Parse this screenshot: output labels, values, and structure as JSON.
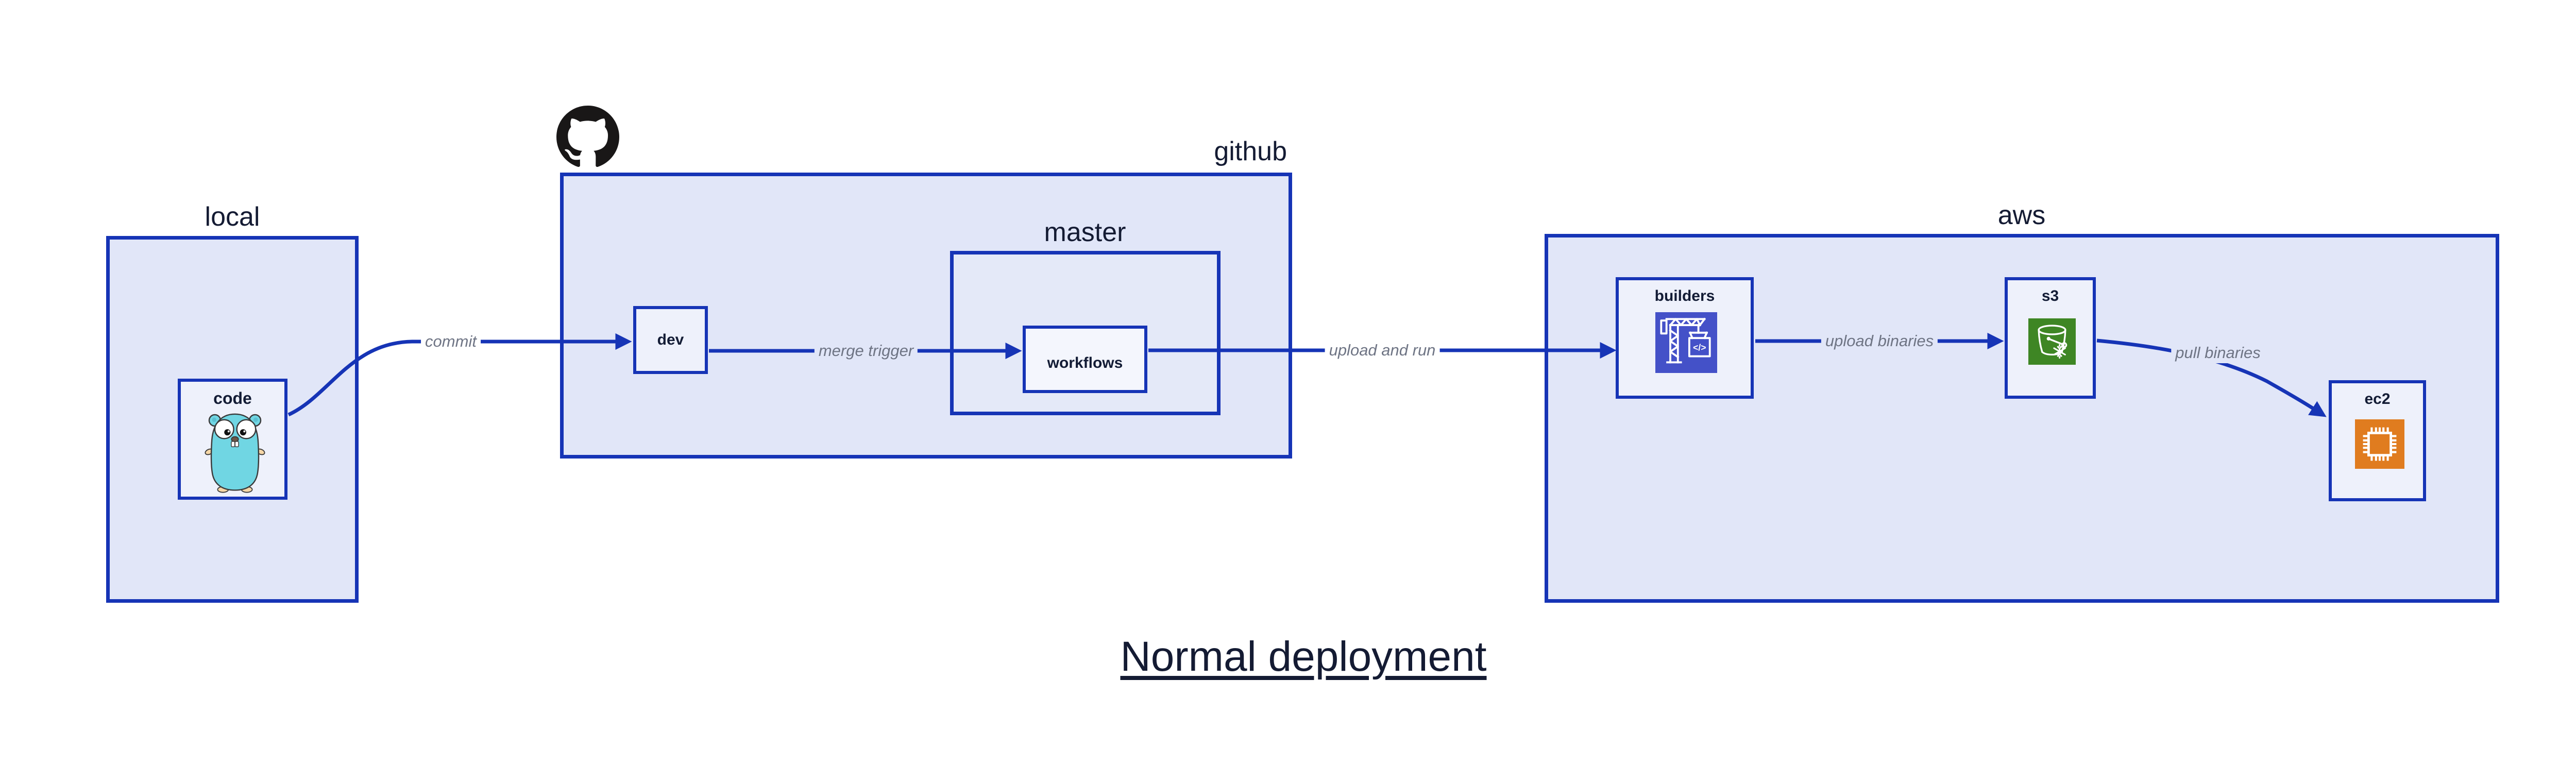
{
  "page": {
    "title_label": "Normal deployment"
  },
  "containers": {
    "local": {
      "label": "local"
    },
    "github": {
      "label": "github"
    },
    "master": {
      "label": "master"
    },
    "aws": {
      "label": "aws"
    }
  },
  "nodes": {
    "code": {
      "label": "code",
      "icon": "go-gopher"
    },
    "dev": {
      "label": "dev"
    },
    "workflows": {
      "label": "workflows"
    },
    "builders": {
      "label": "builders",
      "icon": "aws-codebuild-crane"
    },
    "s3": {
      "label": "s3",
      "icon": "aws-s3-bucket-snowflake"
    },
    "ec2": {
      "label": "ec2",
      "icon": "aws-ec2-chip"
    }
  },
  "edges": [
    {
      "label": "commit",
      "from": "code",
      "to": "dev"
    },
    {
      "label": "merge trigger",
      "from": "dev",
      "to": "workflows"
    },
    {
      "label": "upload and run",
      "from": "workflows",
      "to": "builders"
    },
    {
      "label": "upload binaries",
      "from": "builders",
      "to": "s3"
    },
    {
      "label": "pull binaries",
      "from": "s3",
      "to": "ec2"
    }
  ],
  "icons": {
    "github_mark": "github-octocat-mark",
    "builders_glyph": "</>"
  },
  "colors": {
    "border_blue": "#1634b6",
    "container_fill": "#e1e6f8",
    "node_fill": "#eef1fb",
    "edge_label_gray": "#6e7484",
    "text_dark": "#141b33",
    "codebuild_indigo": "#4451c8",
    "s3_green": "#3e8624",
    "ec2_orange": "#e07c1f",
    "gopher_cyan": "#70d6e3"
  }
}
